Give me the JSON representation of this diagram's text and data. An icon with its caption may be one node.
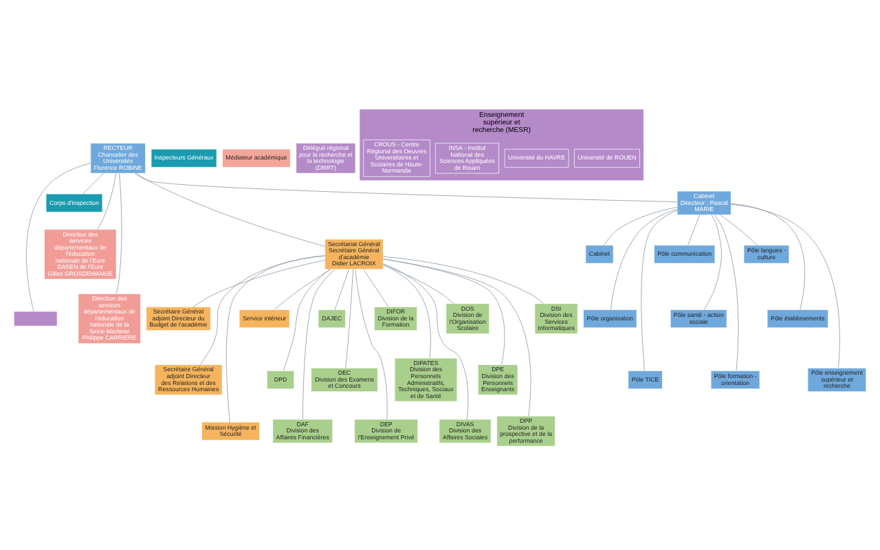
{
  "diagram": {
    "nodes": [
      {
        "text": [
          "RECTEUR",
          "Chancelier des Universités",
          "Florence ROBINE"
        ]
      },
      {
        "text": [
          "Inspecteurs Généraux"
        ]
      },
      {
        "text": [
          "Médiateur académique"
        ]
      },
      {
        "text": [
          "Délégué régional pour la recherche et la technologie (DRRT)"
        ]
      },
      {
        "text": [],
        "shape": "box"
      },
      {
        "text": [
          "Enseignement supérieur et recherche (MESR)"
        ]
      },
      {
        "text": [
          "Université de ROUEN"
        ],
        "in": 5
      },
      {
        "text": [
          "Université du HAVRE"
        ],
        "in": 5
      },
      {
        "text": [
          "INSA - Institut National des Sciences Appliquées de Rouen"
        ],
        "in": 5
      },
      {
        "text": [
          "CROUS - Centre Régional des Oeuvres Universitaires et Scolaires de Haute-Normandie"
        ],
        "in": 5
      },
      {
        "text": [
          "Corps d'inspection"
        ]
      },
      {
        "text": [
          "Direction des services départementaux de l'éducation nationale de l'Eure",
          "DASEN de l'Eure",
          "Gilles GROSDEMANGE"
        ]
      },
      {
        "text": [
          "Direction des services départementaux de l'éducation nationale de la Seine-Maritime",
          "Philippe CARRIERE"
        ]
      },
      {
        "text": [
          "Secrétariat Général",
          "Secrétaire Général d'académie",
          "Didier LACROIX"
        ]
      },
      {
        "text": [
          "Secrétaire Général adjoint Directeur du Budget de l'académie"
        ]
      },
      {
        "text": [
          "Secrétaire Général adjoint Directeur des Relations et des Ressources Humaines"
        ]
      },
      {
        "text": [
          "Mission Hygiène et Sécurité"
        ]
      },
      {
        "text": [
          "Service intérieur"
        ]
      },
      {
        "text": [
          "DPD"
        ]
      },
      {
        "text": [
          "Cabinet",
          "Directeur : Pascal MARIE"
        ]
      },
      {
        "text": [
          "Cabinet"
        ]
      },
      {
        "text": [
          "Pôle organisation"
        ]
      },
      {
        "text": [
          "Pôle TICE"
        ]
      },
      {
        "text": [
          "Pôle communication"
        ]
      },
      {
        "text": [
          "Pôle santé - action sociale"
        ]
      },
      {
        "text": [
          "Pôle formation - orientation"
        ]
      },
      {
        "text": [
          "Pôle langues - culture"
        ]
      },
      {
        "text": [
          "Pôle établissements"
        ]
      },
      {
        "text": [
          "Pôle enseignement supérieur et recherche"
        ]
      },
      {
        "text": [
          "DAF",
          "Division des Affaires Financières"
        ]
      },
      {
        "text": [
          "DAJEC"
        ]
      },
      {
        "text": [
          "DEC",
          "Division des Examens et Concours"
        ]
      },
      {
        "text": [
          "DEP",
          "Division de l'Enseignement Privé"
        ]
      },
      {
        "text": [
          "DIFOR",
          "Division de la Formation"
        ]
      },
      {
        "text": [
          "DIPATES",
          "Division des Personnels Administratifs, Techniques, Sociaux et de Santé"
        ]
      },
      {
        "text": [
          "DIVAS",
          "Division des Affaires Sociales"
        ]
      },
      {
        "text": [
          "DOS",
          "Division de l'Organisation Scolaire"
        ]
      },
      {
        "text": [
          "DPE",
          "Division des Personnels Enseignants"
        ]
      },
      {
        "text": [
          "DPP",
          "Division de la prospective et de la performance"
        ]
      },
      {
        "text": [
          "DSI",
          "Division des Services Informatiques"
        ]
      }
    ],
    "edges": [
      {
        "from": 0,
        "to": 19,
        "arrow": "none"
      },
      {
        "from": 0,
        "to": 13,
        "arrow": "none"
      },
      {
        "from": 0,
        "to": 4,
        "arrow": "none"
      },
      {
        "from": 0,
        "to": 10,
        "arrow": "none"
      },
      {
        "from": 0,
        "to": 11,
        "arrow": "none"
      },
      {
        "from": 0,
        "to": 12,
        "arrow": "none"
      },
      {
        "from": 13,
        "to": 14,
        "arrow": "none"
      },
      {
        "from": 13,
        "to": 15,
        "arrow": "none"
      },
      {
        "from": 13,
        "to": 16,
        "arrow": "none"
      },
      {
        "from": 13,
        "to": 17,
        "arrow": "none"
      },
      {
        "from": 13,
        "to": 18,
        "arrow": "none"
      },
      {
        "from": 19,
        "to": 20,
        "arrow": "none"
      },
      {
        "from": 19,
        "to": 21,
        "arrow": "none"
      },
      {
        "from": 19,
        "to": 22,
        "arrow": "none"
      },
      {
        "from": 19,
        "to": 23,
        "arrow": "none"
      },
      {
        "from": 19,
        "to": 24,
        "arrow": "none"
      },
      {
        "from": 19,
        "to": 25,
        "arrow": "none"
      },
      {
        "from": 19,
        "to": 26,
        "arrow": "none"
      },
      {
        "from": 19,
        "to": 27,
        "arrow": "none"
      },
      {
        "from": 19,
        "to": 28,
        "arrow": "none"
      },
      {
        "from": 13,
        "to": 29,
        "arrow": "none"
      },
      {
        "from": 13,
        "to": 30,
        "arrow": "none"
      },
      {
        "from": 13,
        "to": 31,
        "arrow": "none"
      },
      {
        "from": 13,
        "to": 32,
        "arrow": "none"
      },
      {
        "from": 13,
        "to": 33,
        "arrow": "none"
      },
      {
        "from": 13,
        "to": 34,
        "arrow": "none"
      },
      {
        "from": 13,
        "to": 35,
        "arrow": "none"
      },
      {
        "from": 13,
        "to": 36,
        "arrow": "none"
      },
      {
        "from": 13,
        "to": 37,
        "arrow": "none"
      },
      {
        "from": 13,
        "to": 38,
        "arrow": "none"
      },
      {
        "from": 13,
        "to": 39,
        "arrow": "none"
      }
    ]
  }
}
